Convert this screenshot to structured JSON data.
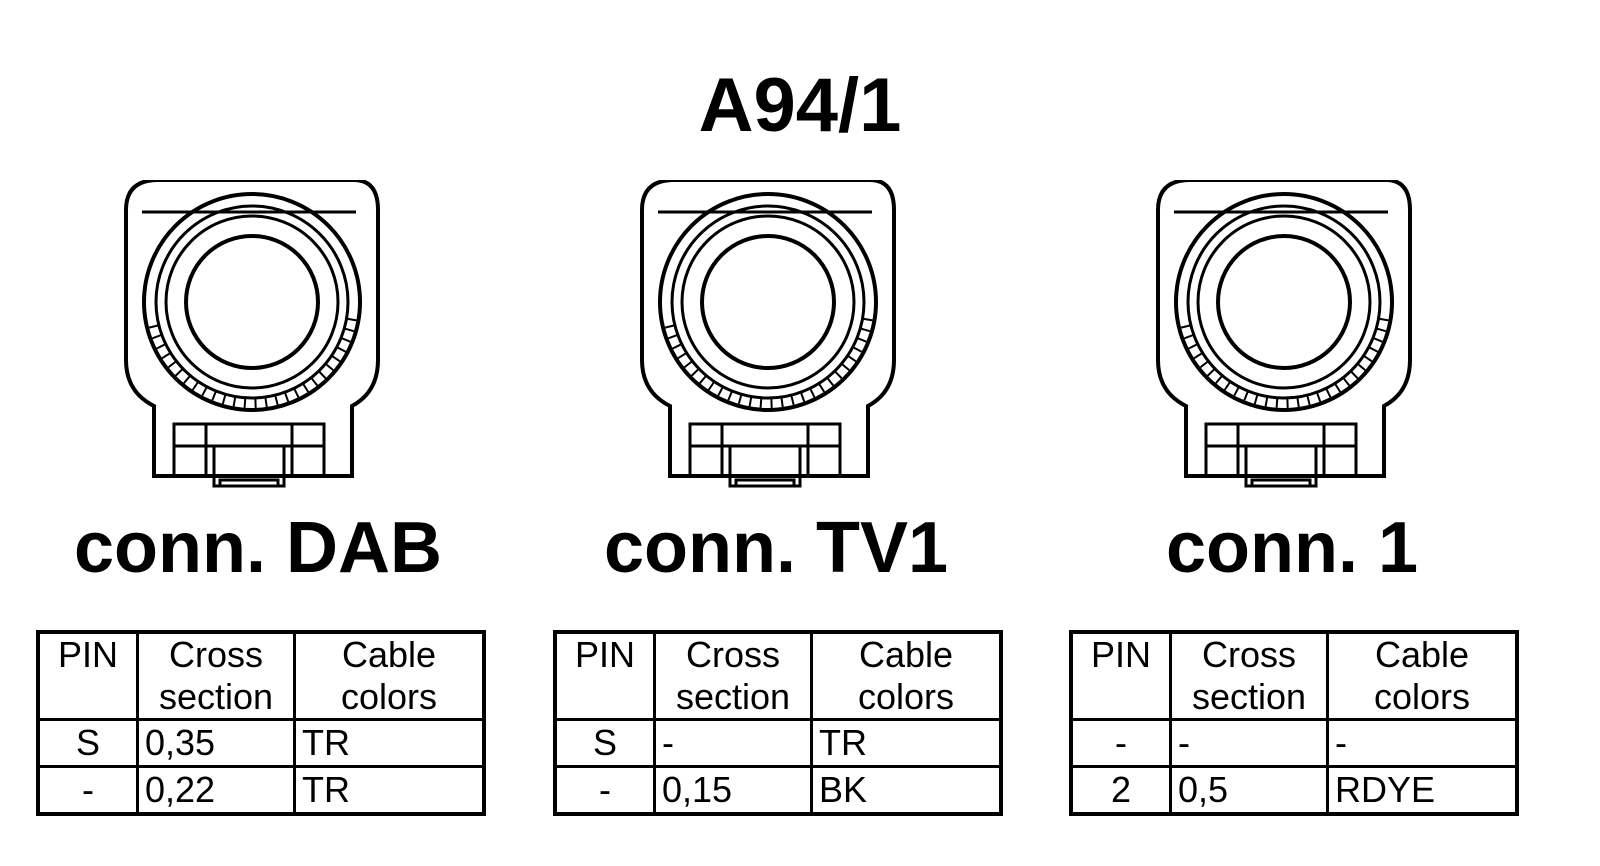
{
  "title": "A94/1",
  "headers": {
    "pin": "PIN",
    "cross_1": "Cross",
    "cross_2": "section",
    "cable_1": "Cable",
    "cable_2": "colors"
  },
  "connectors": [
    {
      "label": "conn. DAB",
      "rows": [
        {
          "pin": "S",
          "cross": "0,35",
          "color": "TR"
        },
        {
          "pin": "-",
          "cross": "0,22",
          "color": "TR"
        }
      ]
    },
    {
      "label": "conn. TV1",
      "rows": [
        {
          "pin": "S",
          "cross": "-",
          "color": "TR"
        },
        {
          "pin": "-",
          "cross": "0,15",
          "color": "BK"
        }
      ]
    },
    {
      "label": "conn. 1",
      "rows": [
        {
          "pin": "-",
          "cross": "-",
          "color": "-"
        },
        {
          "pin": "2",
          "cross": "0,5",
          "color": "RDYE"
        }
      ]
    }
  ]
}
